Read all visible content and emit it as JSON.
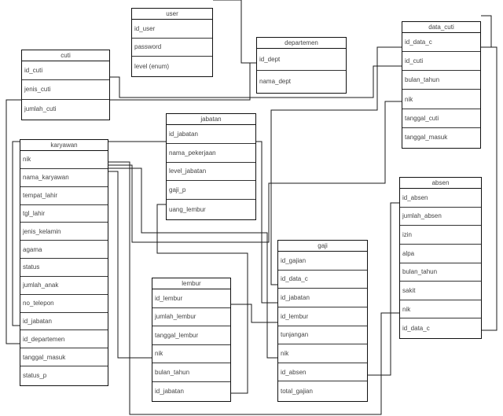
{
  "entities": {
    "user": {
      "title": "user",
      "fields": [
        "id_user",
        "password",
        "level (enum)"
      ]
    },
    "departemen": {
      "title": "departemen",
      "fields": [
        "id_dept",
        "nama_dept"
      ]
    },
    "cuti": {
      "title": "cuti",
      "fields": [
        "id_cuti",
        "jenis_cuti",
        "jumlah_cuti"
      ]
    },
    "data_cuti": {
      "title": "data_cuti",
      "fields": [
        "id_data_c",
        "id_cuti",
        "bulan_tahun",
        "nik",
        "tanggal_cuti",
        "tanggal_masuk"
      ]
    },
    "jabatan": {
      "title": "jabatan",
      "fields": [
        "id_jabatan",
        "nama_pekerjaan",
        "level_jabatan",
        "gaji_p",
        "uang_lembur"
      ]
    },
    "karyawan": {
      "title": "karyawan",
      "fields": [
        "nik",
        "nama_karyawan",
        "tempat_lahir",
        "tgl_lahir",
        "jenis_kelamin",
        "agama",
        "status",
        "jumlah_anak",
        "no_telepon",
        "id_jabatan",
        "id_departemen",
        "tanggal_masuk",
        "status_p"
      ]
    },
    "absen": {
      "title": "absen",
      "fields": [
        "id_absen",
        "jumlah_absen",
        "izin",
        "alpa",
        "bulan_tahun",
        "sakit",
        "nik",
        "id_data_c"
      ]
    },
    "gaji": {
      "title": "gaji",
      "fields": [
        "id_gajian",
        "id_data_c",
        "id_jabatan",
        "id_lembur",
        "tunjangan",
        "nik",
        "id_absen",
        "total_gajian"
      ]
    },
    "lembur": {
      "title": "lembur",
      "fields": [
        "id_lembur",
        "jumlah_lembur",
        "tanggal_lembur",
        "nik",
        "bulan_tahun",
        "id_jabatan"
      ]
    }
  }
}
